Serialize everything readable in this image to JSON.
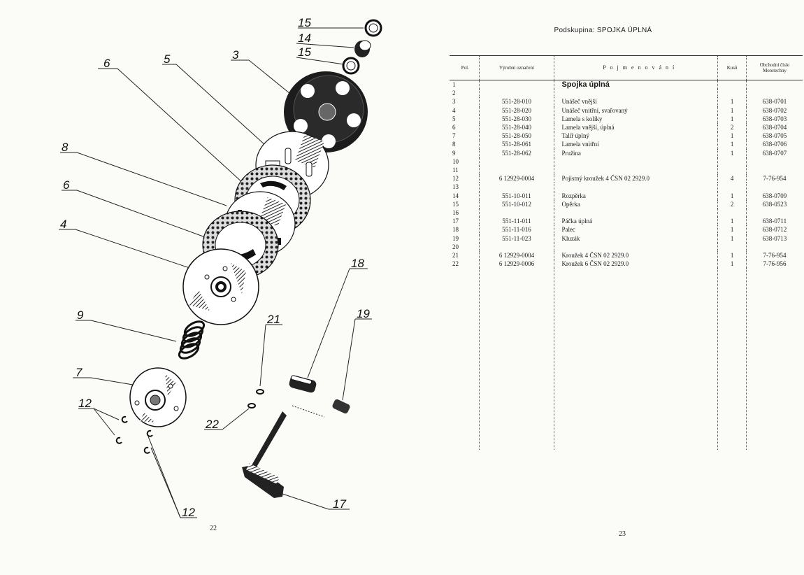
{
  "left_page": {
    "page_number": "22",
    "callouts": [
      "15",
      "14",
      "15",
      "3",
      "6",
      "5",
      "8",
      "6",
      "4",
      "9",
      "7",
      "12",
      "12",
      "21",
      "22",
      "18",
      "19",
      "17"
    ]
  },
  "right_page": {
    "title": "Podskupina: SPOJKA ÚPLNÁ",
    "page_number": "23",
    "columns": {
      "pos": "Pol.",
      "code": "Výrobní označení",
      "name": "P o j m e n o v á n í",
      "qty": "Kusů",
      "catalog": "Obchodní číslo Mototechny"
    },
    "group_title": "Spojka úplná",
    "rows": [
      {
        "pos": "1",
        "code": "",
        "name": "",
        "qty": "",
        "catalog": ""
      },
      {
        "pos": "2",
        "code": "",
        "name": "",
        "qty": "",
        "catalog": ""
      },
      {
        "pos": "3",
        "code": "551-28-010",
        "name": "Unášeč vnější",
        "qty": "1",
        "catalog": "638-0701"
      },
      {
        "pos": "4",
        "code": "551-28-020",
        "name": "Unášeč vnitřní, svařovaný",
        "qty": "1",
        "catalog": "638-0702"
      },
      {
        "pos": "5",
        "code": "551-28-030",
        "name": "Lamela s kolíky",
        "qty": "1",
        "catalog": "638-0703"
      },
      {
        "pos": "6",
        "code": "551-28-040",
        "name": "Lamela vnější, úplná",
        "qty": "2",
        "catalog": "638-0704"
      },
      {
        "pos": "7",
        "code": "551-28-050",
        "name": "Talíř úplný",
        "qty": "1",
        "catalog": "638-0705"
      },
      {
        "pos": "8",
        "code": "551-28-061",
        "name": "Lamela vnitřní",
        "qty": "1",
        "catalog": "638-0706"
      },
      {
        "pos": "9",
        "code": "551-28-062",
        "name": "Pružina",
        "qty": "1",
        "catalog": "638-0707"
      },
      {
        "pos": "10",
        "code": "",
        "name": "",
        "qty": "",
        "catalog": ""
      },
      {
        "pos": "11",
        "code": "",
        "name": "",
        "qty": "",
        "catalog": ""
      },
      {
        "pos": "12",
        "code": "6 12929-0004",
        "name": "Pojistný kroužek 4 ČSN 02 2929.0",
        "qty": "4",
        "catalog": "7-76-954"
      },
      {
        "pos": "13",
        "code": "",
        "name": "",
        "qty": "",
        "catalog": ""
      },
      {
        "pos": "14",
        "code": "551-10-011",
        "name": "Rozpěrka",
        "qty": "1",
        "catalog": "638-0709"
      },
      {
        "pos": "15",
        "code": "551-10-012",
        "name": "Opěrka",
        "qty": "2",
        "catalog": "638-0523"
      },
      {
        "pos": "16",
        "code": "",
        "name": "",
        "qty": "",
        "catalog": ""
      },
      {
        "pos": "17",
        "code": "551-11-011",
        "name": "Páčka úplná",
        "qty": "1",
        "catalog": "638-0711"
      },
      {
        "pos": "18",
        "code": "551-11-016",
        "name": "Palec",
        "qty": "1",
        "catalog": "638-0712"
      },
      {
        "pos": "19",
        "code": "551-11-023",
        "name": "Kluzák",
        "qty": "1",
        "catalog": "638-0713"
      },
      {
        "pos": "20",
        "code": "",
        "name": "",
        "qty": "",
        "catalog": ""
      },
      {
        "pos": "21",
        "code": "6 12929-0004",
        "name": "Kroužek 4 ČSN 02 2929.0",
        "qty": "1",
        "catalog": "7-76-954"
      },
      {
        "pos": "22",
        "code": "6 12929-0006",
        "name": "Kroužek 6 ČSN 02 2929.0",
        "qty": "1",
        "catalog": "7-76-956"
      }
    ]
  }
}
